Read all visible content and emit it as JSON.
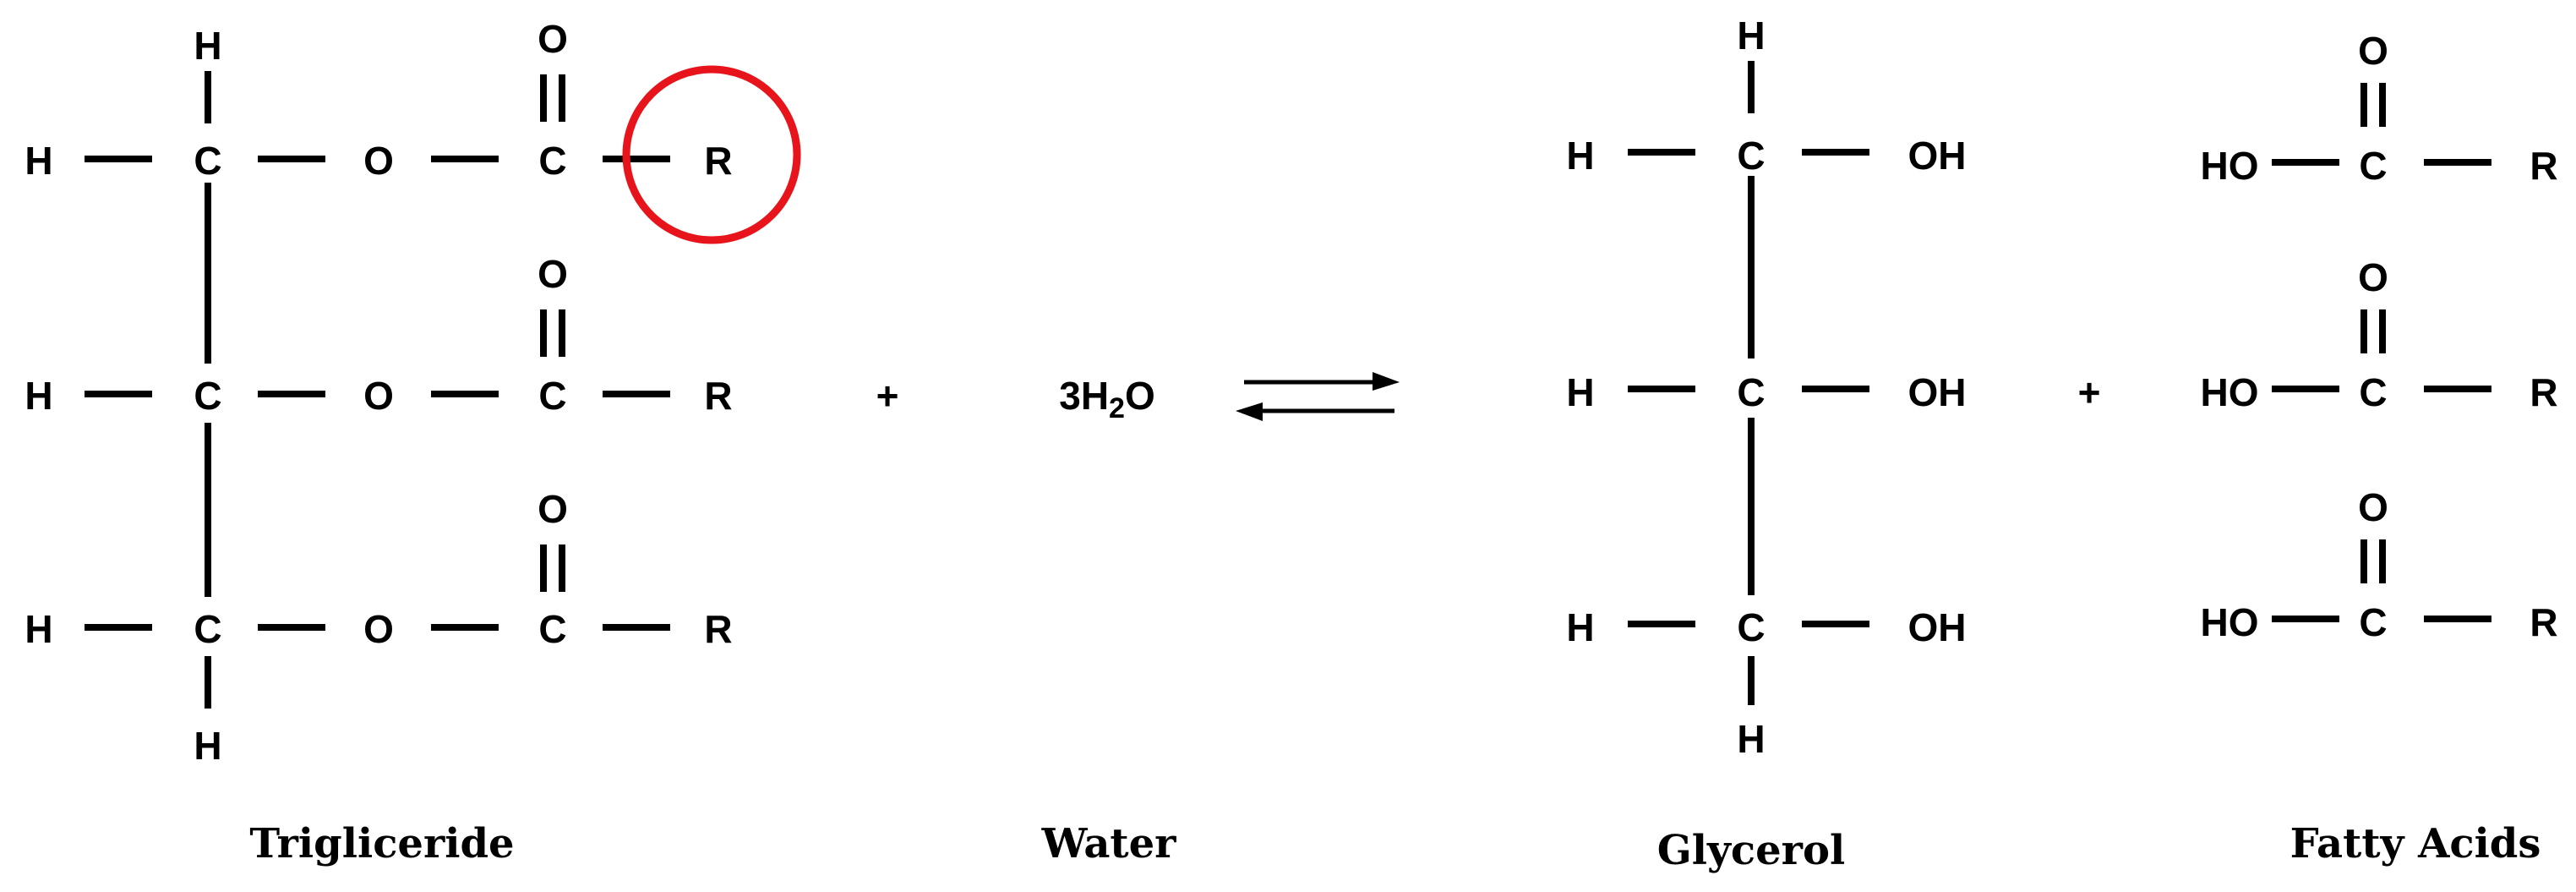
{
  "triglyceride": {
    "label": "Trigliceride",
    "top_h": "H",
    "bottom_h": "H",
    "rows": [
      {
        "h": "H",
        "c": "C",
        "o": "O",
        "cc": "C",
        "r": "R",
        "oxygen": "O"
      },
      {
        "h": "H",
        "c": "C",
        "o": "O",
        "cc": "C",
        "r": "R",
        "oxygen": "O"
      },
      {
        "h": "H",
        "c": "C",
        "o": "O",
        "cc": "C",
        "r": "R",
        "oxygen": "O"
      }
    ],
    "highlight_color": "#e8141b"
  },
  "plus": "+",
  "water": {
    "coef": "3H",
    "sub": "2",
    "tail": "O",
    "label": "Water"
  },
  "glycerol": {
    "label": "Glycerol",
    "top_h": "H",
    "bottom_h": "H",
    "rows": [
      {
        "h": "H",
        "c": "C",
        "oh": "OH"
      },
      {
        "h": "H",
        "c": "C",
        "oh": "OH"
      },
      {
        "h": "H",
        "c": "C",
        "oh": "OH"
      }
    ]
  },
  "fatty_acids": {
    "label": "Fatty Acids",
    "items": [
      {
        "ho": "HO",
        "c": "C",
        "r": "R",
        "oxygen": "O"
      },
      {
        "ho": "HO",
        "c": "C",
        "r": "R",
        "oxygen": "O"
      },
      {
        "ho": "HO",
        "c": "C",
        "r": "R",
        "oxygen": "O"
      }
    ]
  }
}
